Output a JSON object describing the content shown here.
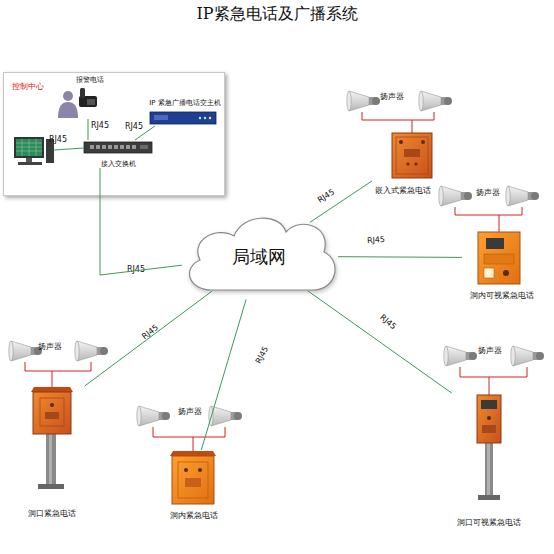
{
  "diagram": {
    "title": "IP紧急电话及广播系统",
    "nodes": [
      {
        "text": [
          "控制中心"
        ]
      },
      {
        "text": [
          "报警电话"
        ],
        "in": 0
      },
      {
        "text": [
          "IP 紧急广播电话交主机"
        ],
        "in": 0
      },
      {
        "text": [
          "接入交换机"
        ],
        "in": 0
      },
      {
        "text": [
          "嵌入式紧急电话"
        ]
      },
      {
        "text": [
          "局域网"
        ]
      },
      {
        "text": [
          "洞内可视紧急电话"
        ]
      },
      {
        "text": [
          "洞口紧急电话"
        ]
      },
      {
        "text": [
          "洞内紧急电话"
        ]
      },
      {
        "text": [
          "洞口可视紧急电话"
        ]
      }
    ],
    "edges": [
      {
        "from": 1,
        "to": 3,
        "label": "RJ45",
        "arrow": "none"
      },
      {
        "from": 2,
        "to": 3,
        "label": "RJ45",
        "arrow": "none"
      },
      {
        "from": 3,
        "to": 5,
        "label": "RJ45",
        "arrow": "none"
      },
      {
        "from": 5,
        "to": 4,
        "label": "RJ45",
        "arrow": "none"
      },
      {
        "from": 5,
        "to": 6,
        "label": "RJ45",
        "arrow": "none"
      },
      {
        "from": 5,
        "to": 7,
        "label": "RJ45",
        "arrow": "none"
      },
      {
        "from": 5,
        "to": 8,
        "label": "RJ45",
        "arrow": "none"
      },
      {
        "from": 5,
        "to": 9,
        "label": "RJ45",
        "arrow": "none"
      }
    ],
    "labels": [
      "RJ45",
      "扬声器",
      "扬声器",
      "扬声器",
      "扬声器",
      "扬声器"
    ]
  }
}
